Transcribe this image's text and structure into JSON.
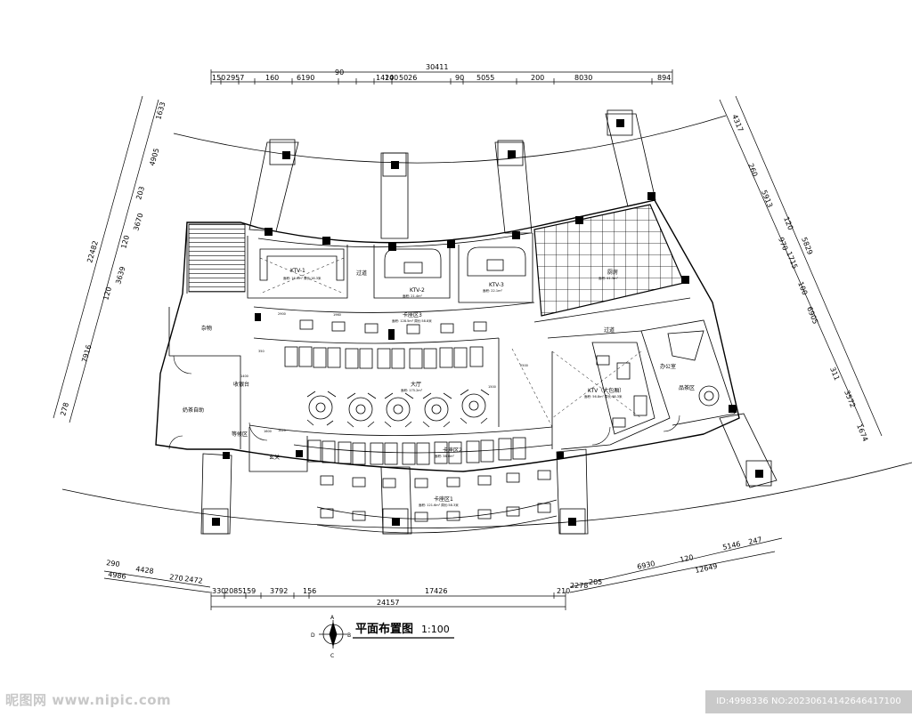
{
  "title": {
    "text": "平面布置图",
    "scale": "1:100"
  },
  "compass": {
    "a": "A",
    "b": "B",
    "c": "C",
    "d": "D"
  },
  "top_dims": {
    "overall": "30411",
    "row": [
      "150",
      "2957",
      "160",
      "6190",
      "90",
      "1420",
      "140",
      "5026",
      "90",
      "5055",
      "200",
      "8030",
      "894"
    ]
  },
  "bottom_dims": {
    "left_a": [
      "290",
      "4428",
      "270",
      "2472"
    ],
    "left_b": [
      "4986"
    ],
    "row": [
      "330",
      "2085",
      "159",
      "3792",
      "156",
      "17426",
      "210",
      "2278",
      "205"
    ],
    "overall": "24157",
    "right_a": [
      "5146",
      "247"
    ],
    "right_b": [
      "6930",
      "120",
      "12649"
    ]
  },
  "left_dims": [
    "1633",
    "4905",
    "203",
    "3670",
    "120",
    "3639",
    "120",
    "22482",
    "7916",
    "278"
  ],
  "right_dims": [
    "4317",
    "260",
    "5913",
    "120",
    "970",
    "1715",
    "5829",
    "100",
    "6905",
    "311",
    "3572",
    "1674"
  ],
  "rooms": {
    "ktv_1": "KTV-1",
    "ktv_2": "KTV-2",
    "ktv_3": "KTV-3",
    "corridor_top": "过道",
    "kitchen": "厨房",
    "booth_3": "卡座区3",
    "lobby": "大厅",
    "booth_2": "卡座区2",
    "booth_1": "卡座区1",
    "storage": "杂物",
    "tea_area": "奶茶自助",
    "reception": "收银台",
    "waiting": "等候区",
    "entrance": "玄关",
    "corridor_right": "过道",
    "ktv_big": "KTV（大包厢）",
    "office": "办公室",
    "tea_room": "品茶区"
  },
  "areas": {
    "ktv_1": "面积: 16.0m²  周长:16.3米",
    "ktv_2": "面积: 21.4m²",
    "ktv_3": "面积: 22.1m²",
    "kitchen": "面积: 41.5m²",
    "booth_3": "面积: 128.5m²  周长:58.8米",
    "lobby": "面积: 175.2m²",
    "booth_2": "面积: 38.0m²",
    "booth_1": "面积: 121.6m²  周长:58.3米",
    "ktv_big": "面积: 56.8m²  周长:38.3米"
  },
  "small_dims": [
    "2500",
    "1400",
    "1620",
    "2900",
    "1500",
    "1600",
    "350",
    "1960"
  ],
  "watermark": {
    "left": "昵图网 www.nipic.com",
    "right": "ID:4998336 NO:20230614142646417100"
  }
}
